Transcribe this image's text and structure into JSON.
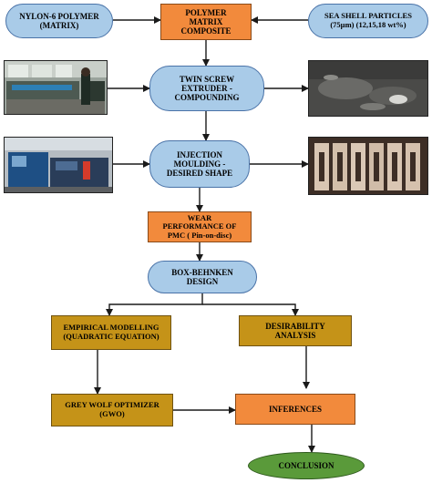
{
  "diagram": {
    "nodes": {
      "nylon": {
        "label": "NYLON-6 POLYMER\n(MATRIX)",
        "fill": "#a9cbe8"
      },
      "pmc": {
        "label": "POLYMER\nMATRIX\nCOMPOSITE",
        "fill": "#f28a3c"
      },
      "seashell": {
        "label": "SEA SHELL PARTICLES\n(75µm) (12,15,18 wt%)",
        "fill": "#a9cbe8"
      },
      "twin_screw": {
        "label": "TWIN SCREW\nEXTRUDER -\nCOMPOUNDING",
        "fill": "#a9cbe8"
      },
      "injection": {
        "label": "INJECTION\nMOULDING -\nDESIRED SHAPE",
        "fill": "#a9cbe8"
      },
      "wear": {
        "label": "WEAR\nPERFORMANCE OF\nPMC ( Pin-on-disc)",
        "fill": "#f28a3c"
      },
      "bbd": {
        "label": "BOX-BEHNKEN\nDESIGN",
        "fill": "#a9cbe8"
      },
      "empirical": {
        "label": "EMPIRICAL MODELLING\n(QUADRATIC EQUATION)",
        "fill": "#c59318"
      },
      "desirability": {
        "label": "DESIRABILITY\nANALYSIS",
        "fill": "#c59318"
      },
      "gwo": {
        "label": "GREY WOLF OPTIMIZER\n(GWO)",
        "fill": "#c59318"
      },
      "inferences": {
        "label": "INFERENCES",
        "fill": "#f28a3c"
      },
      "conclusion": {
        "label": "CONCLUSION",
        "fill": "#5a9a3a"
      }
    },
    "photos": [
      {
        "name": "extruder-lab-photo",
        "depicts": "twin screw extruder in laboratory"
      },
      {
        "name": "compounded-material-photo",
        "depicts": "compounded composite material"
      },
      {
        "name": "injection-machine-photo",
        "depicts": "injection moulding machine"
      },
      {
        "name": "moulded-specimens-photo",
        "depicts": "injection moulded specimens"
      }
    ],
    "edges": [
      {
        "from": "nylon",
        "to": "pmc"
      },
      {
        "from": "seashell",
        "to": "pmc"
      },
      {
        "from": "pmc",
        "to": "twin_screw"
      },
      {
        "from": "extruder-lab-photo",
        "to": "twin_screw"
      },
      {
        "from": "twin_screw",
        "to": "compounded-material-photo"
      },
      {
        "from": "twin_screw",
        "to": "injection"
      },
      {
        "from": "injection-machine-photo",
        "to": "injection"
      },
      {
        "from": "injection",
        "to": "moulded-specimens-photo"
      },
      {
        "from": "injection",
        "to": "wear"
      },
      {
        "from": "wear",
        "to": "bbd"
      },
      {
        "from": "bbd",
        "to": "empirical"
      },
      {
        "from": "bbd",
        "to": "desirability"
      },
      {
        "from": "empirical",
        "to": "gwo"
      },
      {
        "from": "gwo",
        "to": "inferences"
      },
      {
        "from": "desirability",
        "to": "inferences"
      },
      {
        "from": "inferences",
        "to": "conclusion"
      }
    ],
    "line_color": "#1a1a1a"
  }
}
